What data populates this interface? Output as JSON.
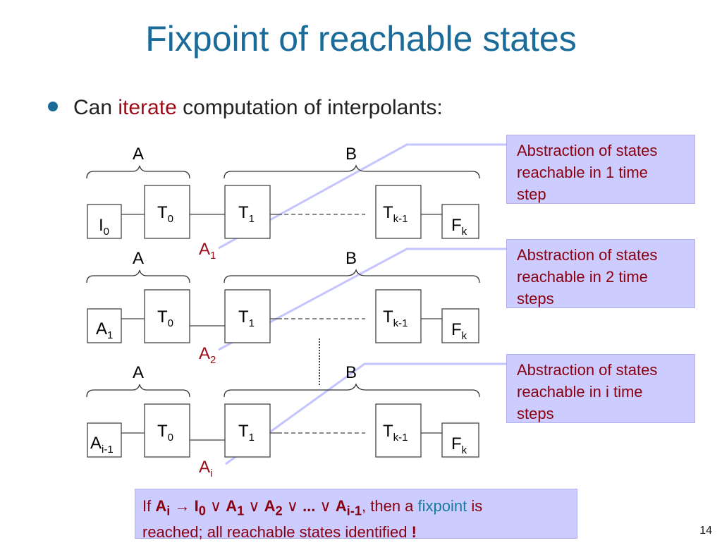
{
  "slide": {
    "title": "Fixpoint of reachable states",
    "bullet_prefix": "Can ",
    "bullet_highlight": "iterate",
    "bullet_suffix": " computation of interpolants:",
    "page_number": "14"
  },
  "rows": [
    {
      "brace_a": "A",
      "brace_b": "B",
      "init_main": "I",
      "init_sub": "0",
      "t0_main": "T",
      "t0_sub": "0",
      "t1_main": "T",
      "t1_sub": "1",
      "tk_main": "T",
      "tk_sub": "k-1",
      "f_main": "F",
      "f_sub": "k",
      "interp_main": "A",
      "interp_sub": "1"
    },
    {
      "brace_a": "A",
      "brace_b": "B",
      "init_main": "A",
      "init_sub": "1",
      "t0_main": "T",
      "t0_sub": "0",
      "t1_main": "T",
      "t1_sub": "1",
      "tk_main": "T",
      "tk_sub": "k-1",
      "f_main": "F",
      "f_sub": "k",
      "interp_main": "A",
      "interp_sub": "2"
    },
    {
      "brace_a": "A",
      "brace_b": "B",
      "init_main": "A",
      "init_sub": "i-1",
      "t0_main": "T",
      "t0_sub": "0",
      "t1_main": "T",
      "t1_sub": "1",
      "tk_main": "T",
      "tk_sub": "k-1",
      "f_main": "F",
      "f_sub": "k",
      "interp_main": "A",
      "interp_sub": "i"
    }
  ],
  "callouts": [
    {
      "line1": "Abstraction of states",
      "line2": "reachable in 1 time",
      "line3": "step"
    },
    {
      "line1": "Abstraction of states",
      "line2": "reachable in 2 time",
      "line3": "steps"
    },
    {
      "line1": "Abstraction of states",
      "line2": "reachable in i time",
      "line3": "steps"
    }
  ],
  "conclusion": {
    "if": "If ",
    "a": "A",
    "a_sub": "i",
    "arrow": " → ",
    "i": "I",
    "i_sub": "0",
    "or1": " ∨ ",
    "a1": "A",
    "a1_sub": "1",
    "or2": " ∨ ",
    "a2": "A",
    "a2_sub": "2",
    "or3": " ∨ ",
    "dots": "...",
    "or4": " ∨ ",
    "an": "A",
    "an_sub": "i-1",
    "then": ", then a ",
    "fixpoint": "fixpoint",
    "is": " is",
    "line2": "reached; all reachable states identified ",
    "bang": "!"
  },
  "colors": {
    "title": "#1a6a9a",
    "highlight_red": "#9b0d1a",
    "callout_fill": "#ccccff",
    "callout_line": "#c8c8ff"
  }
}
